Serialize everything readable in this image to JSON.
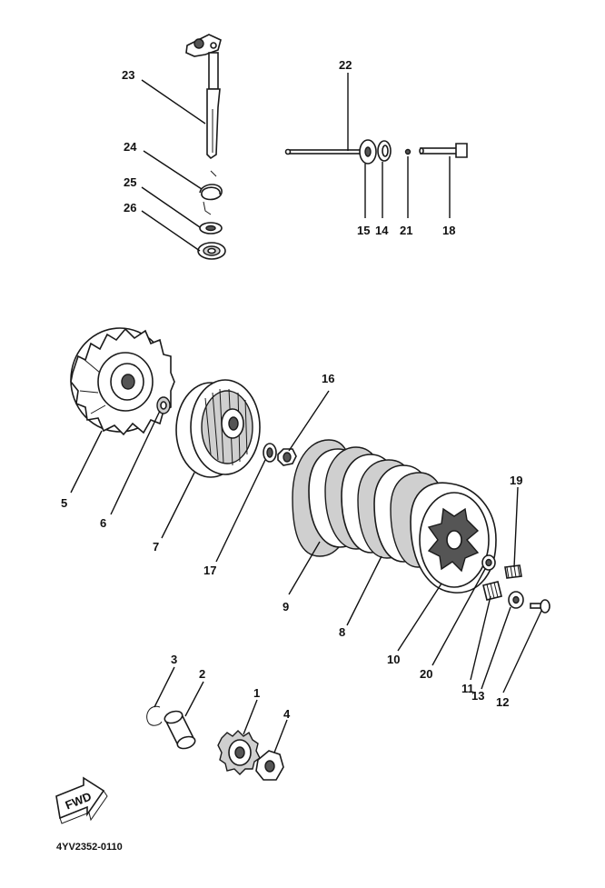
{
  "diagram": {
    "code": "4YV2352-0110",
    "fwd_text": "FWD",
    "labels": {
      "p1": "1",
      "p2": "2",
      "p3": "3",
      "p4": "4",
      "p5": "5",
      "p6": "6",
      "p7": "7",
      "p8": "8",
      "p9": "9",
      "p10": "10",
      "p11": "11",
      "p12": "12",
      "p13": "13",
      "p14": "14",
      "p15": "15",
      "p16": "16",
      "p17": "17",
      "p18": "18",
      "p19": "19",
      "p20": "20",
      "p21": "21",
      "p22": "22",
      "p23": "23",
      "p24": "24",
      "p25": "25",
      "p26": "26"
    }
  }
}
